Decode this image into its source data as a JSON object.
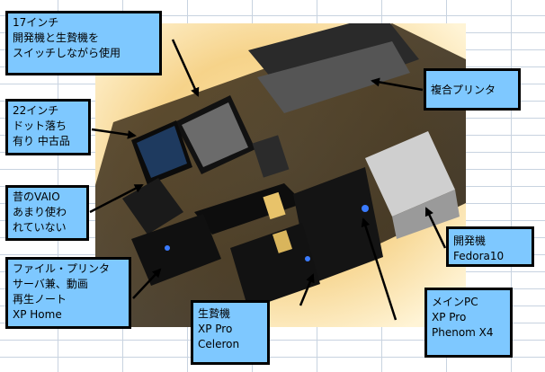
{
  "callouts": {
    "monitor17": "17インチ\n開発機と生贄機を\nスイッチしながら使用",
    "printer": "複合プリンタ",
    "monitor22": "22インチ\nドット落ち\n有り 中古品",
    "vaio": "昔のVAIO\nあまり使わ\nれていない",
    "dev_machine": "開発機\nFedora10",
    "file_server": "ファイル・プリンタ\nサーバ兼、動画\n再生ノート\nXP Home",
    "sacrifice_machine": "生贄機\nXP Pro\nCeleron",
    "main_pc": "メインPC\nXP Pro\nPhenom X4"
  },
  "colors": {
    "callout_fill": "#7ec8ff",
    "callout_border": "#000000",
    "grid_line": "#c8d3e0"
  }
}
